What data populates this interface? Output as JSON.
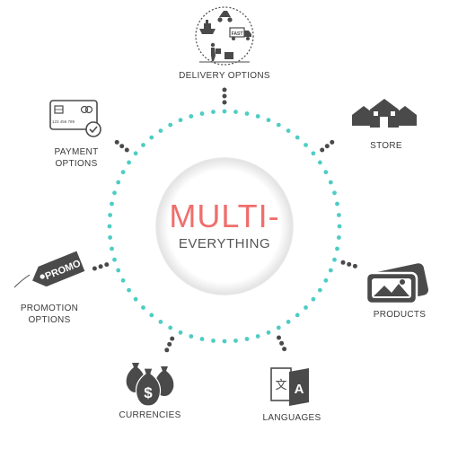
{
  "center": {
    "title": "MULTI-",
    "subtitle": "EVERYTHING"
  },
  "nodes": {
    "delivery": {
      "label": "DELIVERY OPTIONS",
      "icon": "delivery-icon",
      "badge": "FAST"
    },
    "store": {
      "label": "STORE",
      "icon": "store-icon"
    },
    "products": {
      "label": "PRODUCTS",
      "icon": "products-icon"
    },
    "languages": {
      "label": "LANGUAGES",
      "icon": "languages-icon",
      "glyph_a": "A",
      "glyph_b": "文"
    },
    "currencies": {
      "label": "CURRENCIES",
      "icon": "currencies-icon",
      "glyph": "$"
    },
    "promotion": {
      "label_line1": "PROMOTION",
      "label_line2": "OPTIONS",
      "icon": "promo-tag-icon",
      "tag_text": "PROMO"
    },
    "payment": {
      "label_line1": "PAYMENT",
      "label_line2": "OPTIONS",
      "icon": "payment-card-icon",
      "card_number": "123 456 789"
    }
  },
  "colors": {
    "ring_dots": "#4ecdc4",
    "connector_dots": "#4a4a4a",
    "title": "#ef6f6c",
    "icon": "#4a4a4a",
    "text": "#3a3a3a"
  }
}
